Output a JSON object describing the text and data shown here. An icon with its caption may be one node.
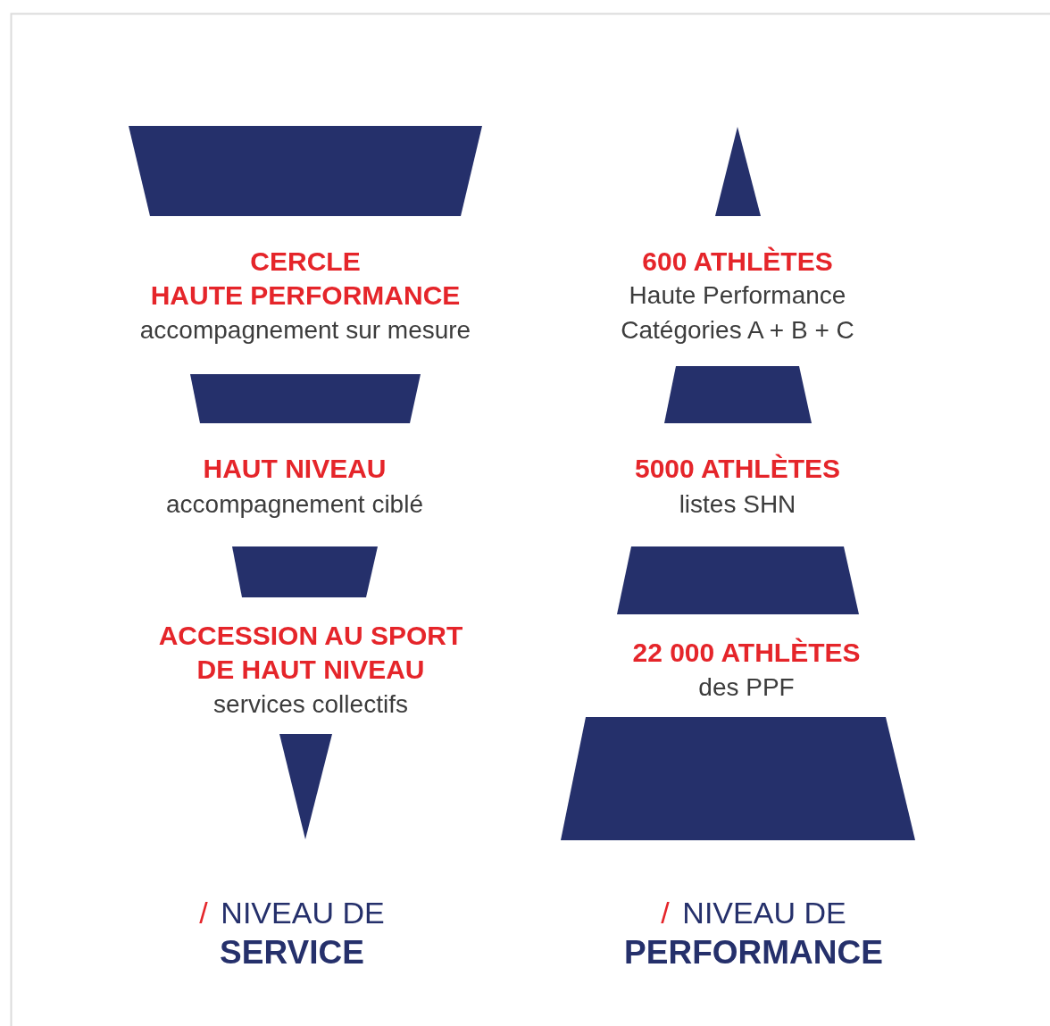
{
  "diagram": {
    "nodes": [
      {
        "text": [],
        "shape": "trapezoid"
      },
      {
        "text": [],
        "shape": "triangle"
      },
      {
        "text": [],
        "shape": "trapezoid"
      },
      {
        "text": [],
        "shape": "trapezoid"
      },
      {
        "text": [],
        "shape": "trapezoid"
      },
      {
        "text": [],
        "shape": "trapezoid"
      },
      {
        "text": [],
        "shape": "triangle"
      },
      {
        "text": [],
        "shape": "trapezoid"
      }
    ],
    "labels": [
      "CERCLE",
      "HAUTE PERFORMANCE",
      "accompagnement sur mesure",
      "600 ATHLÈTES",
      "Haute Performance",
      "Catégories A + B + C",
      "HAUT NIVEAU",
      "accompagnement ciblé",
      "5000 ATHLÈTES",
      "listes SHN",
      "ACCESSION AU SPORT DE HAUT NIVEAU",
      "services collectifs",
      "22 000 ATHLÈTES",
      "des PPF",
      "/",
      "NIVEAU DE",
      "SERVICE",
      "/",
      "NIVEAU DE",
      "PERFORMANCE"
    ]
  }
}
